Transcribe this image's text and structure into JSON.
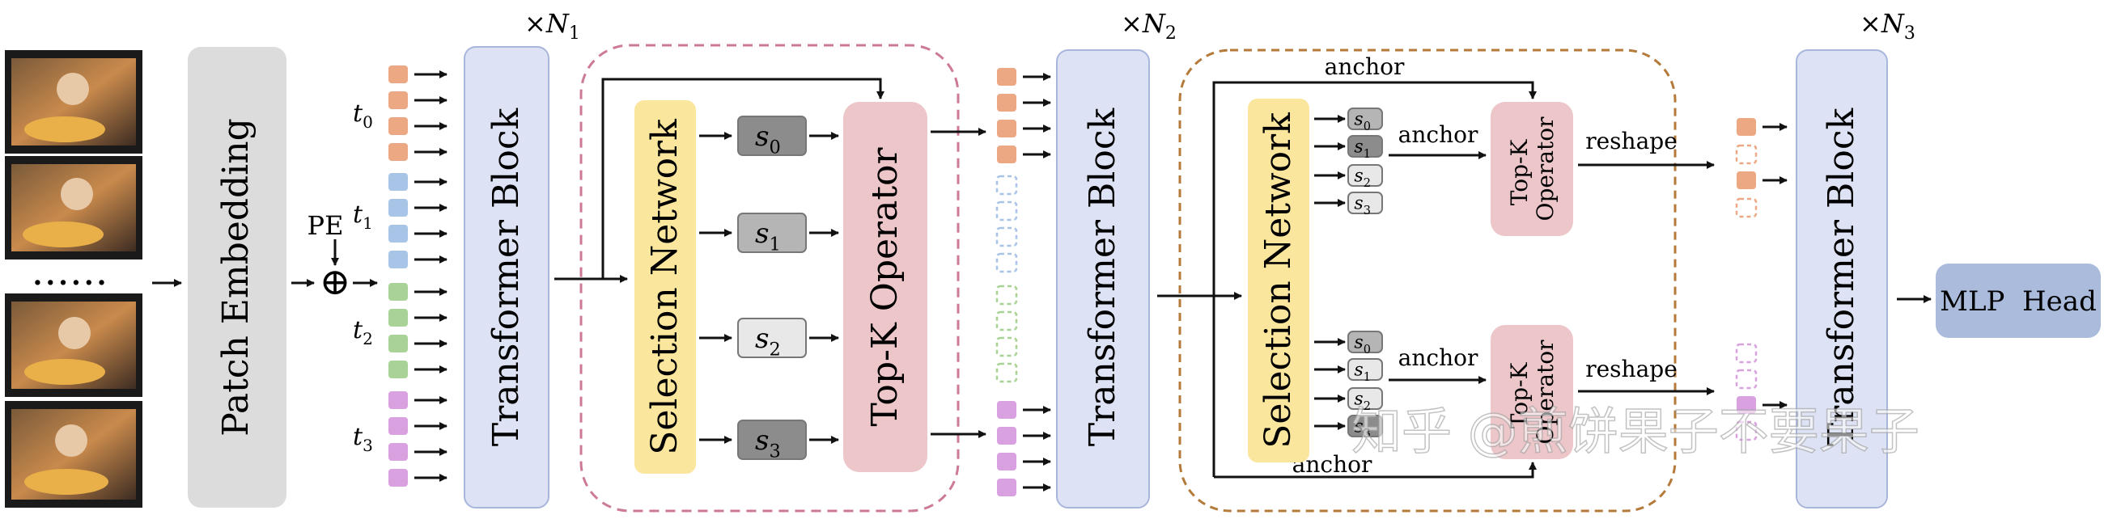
{
  "input": {
    "ellipsis": "......"
  },
  "patch_embedding": {
    "label": "Patch Embedding"
  },
  "pe": {
    "label": "PE",
    "plus": "⊕"
  },
  "time_labels": {
    "t0": {
      "base": "t",
      "sub": "0"
    },
    "t1": {
      "base": "t",
      "sub": "1"
    },
    "t2": {
      "base": "t",
      "sub": "2"
    },
    "t3": {
      "base": "t",
      "sub": "3"
    }
  },
  "stage1": {
    "repeat": {
      "base": "×N",
      "sub": "1"
    },
    "transformer": "Transformer Block"
  },
  "stage2": {
    "repeat": {
      "base": "×N",
      "sub": "2"
    },
    "transformer": "Transformer Block",
    "selection": "Selection Network",
    "topk": "Top-K Operator",
    "scores": [
      {
        "base": "s",
        "sub": "0"
      },
      {
        "base": "s",
        "sub": "1"
      },
      {
        "base": "s",
        "sub": "2"
      },
      {
        "base": "s",
        "sub": "3"
      }
    ]
  },
  "stage3": {
    "repeat": {
      "base": "×N",
      "sub": "3"
    },
    "transformer": "Transformer Block",
    "selection": "Selection Network",
    "topk_line1": "Top-K",
    "topk_line2": "Operator",
    "anchor_top": "anchor",
    "anchor_bottom": "anchor",
    "anchor_mid_top": "anchor",
    "anchor_mid_bottom": "anchor",
    "reshape_top": "reshape",
    "reshape_bottom": "reshape",
    "scores_top": [
      {
        "base": "s",
        "sub": "0"
      },
      {
        "base": "s",
        "sub": "1"
      },
      {
        "base": "s",
        "sub": "2"
      },
      {
        "base": "s",
        "sub": "3"
      }
    ],
    "scores_bottom": [
      {
        "base": "s",
        "sub": "0"
      },
      {
        "base": "s",
        "sub": "1"
      },
      {
        "base": "s",
        "sub": "2"
      },
      {
        "base": "s",
        "sub": "3"
      }
    ]
  },
  "mlp_head": {
    "label": "MLP  Head"
  },
  "watermark": "知乎 @煎饼果子不要果子",
  "colors": {
    "t0": "#eba883",
    "t1": "#a8c4e6",
    "t2": "#a9d396",
    "t3": "#d9a1e0",
    "patch_embedding_fill": "#dcdcdc",
    "transformer_fill": "#dde3f4",
    "transformer_stroke": "#a9b6dc",
    "selection_fill": "#fbe69e",
    "topk_fill": "#ecc6c9",
    "mlp_fill": "#aabbdc",
    "pink_dash": "#cc7a98",
    "brown_dash": "#b47a3a",
    "score_dark": "#8c8c8c",
    "score_mid": "#b5b5b5",
    "score_light": "#e8e8e8"
  }
}
